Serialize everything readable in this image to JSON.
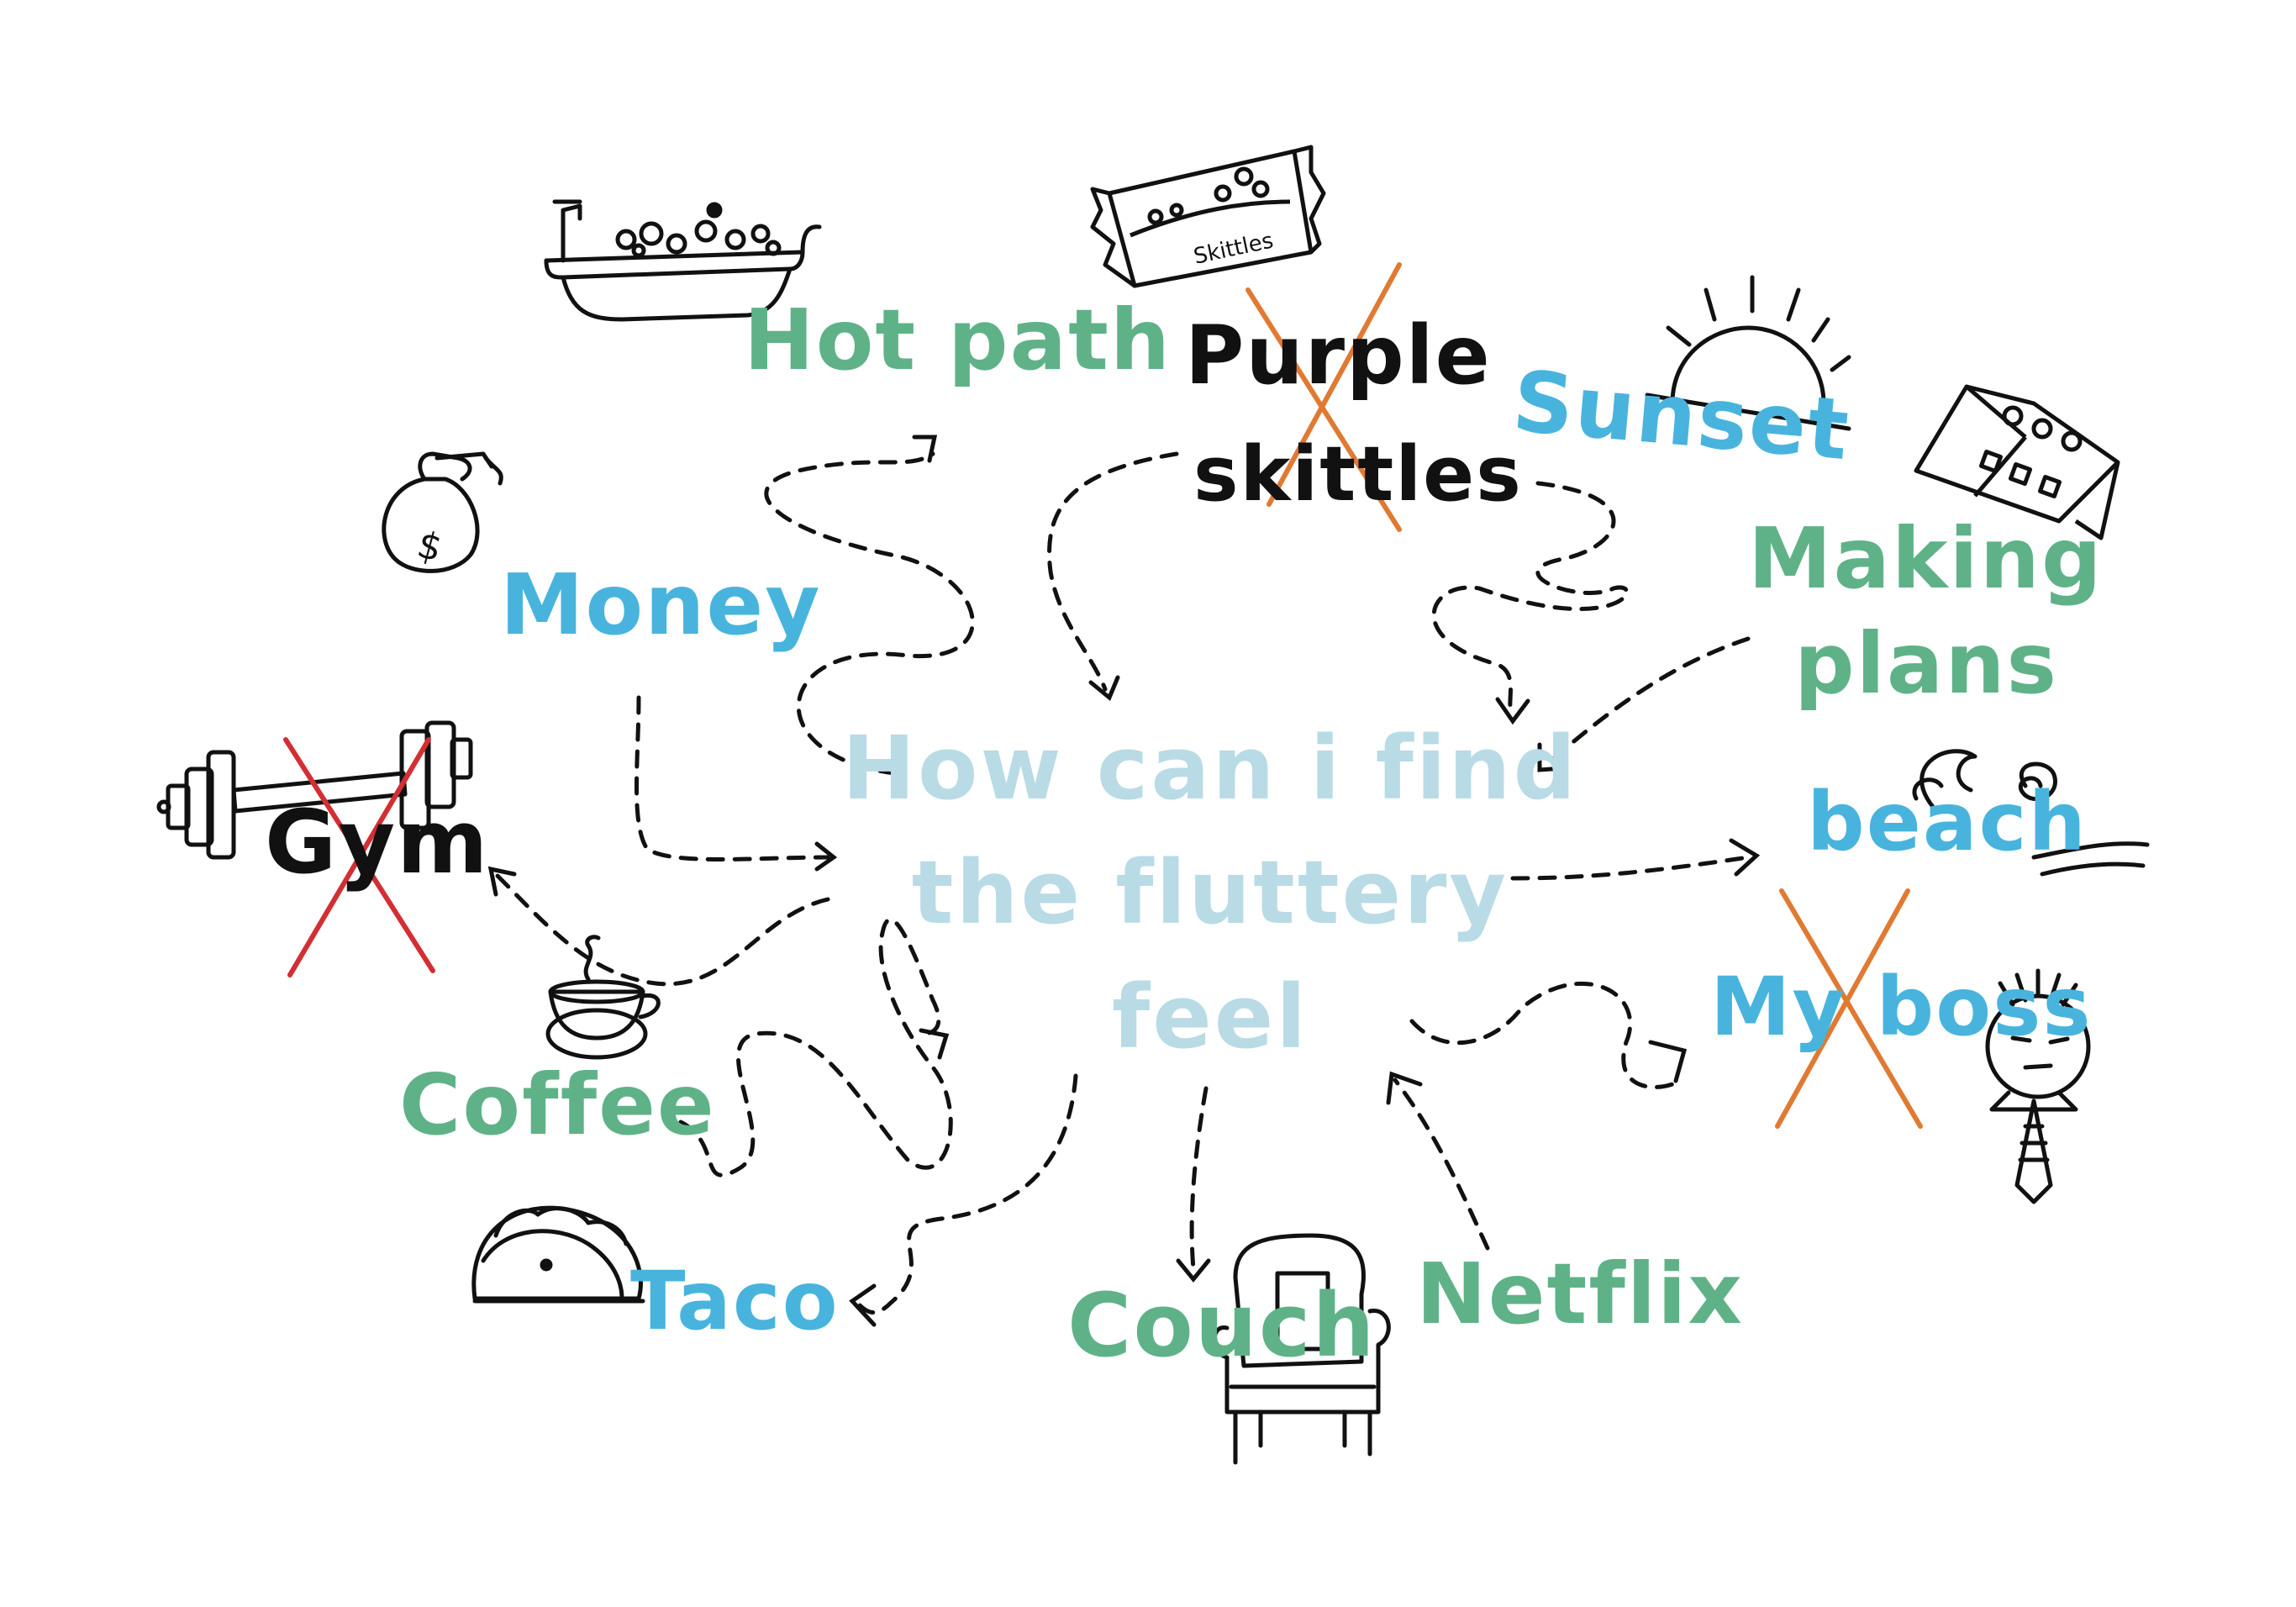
{
  "center": {
    "lines": [
      "How can i find",
      "the fluttery",
      "feel"
    ],
    "color": "#b8dbe6"
  },
  "colors": {
    "green": "#5fb287",
    "blue": "#48b4dd",
    "black": "#111111",
    "orange_x": "#e07a33",
    "red_x": "#d22e34",
    "arrow": "#111111"
  },
  "nodes": {
    "hot_path": "Hot path",
    "purple_skittles_1": "Purple",
    "purple_skittles_2": "skittles",
    "sunset": "Sunset",
    "making_plans_1": "Making",
    "making_plans_2": "plans",
    "money": "Money",
    "gym": "Gym",
    "beach": "beach",
    "my_boss": "My boss",
    "coffee": "Coffee",
    "taco": "Taco",
    "couch": "Couch",
    "netflix": "Netflix"
  },
  "icons": {
    "skittles_pack": "Skittles",
    "bathtub": "bathtub-icon",
    "money_bag": "money-bag-icon",
    "dumbbell": "dumbbell-icon",
    "coffee_cup": "coffee-cup-icon",
    "taco": "taco-icon",
    "armchair": "armchair-icon",
    "sun": "sun-icon",
    "calendar": "calendar-icon",
    "wave": "wave-icon",
    "boss_face": "boss-face-icon"
  }
}
